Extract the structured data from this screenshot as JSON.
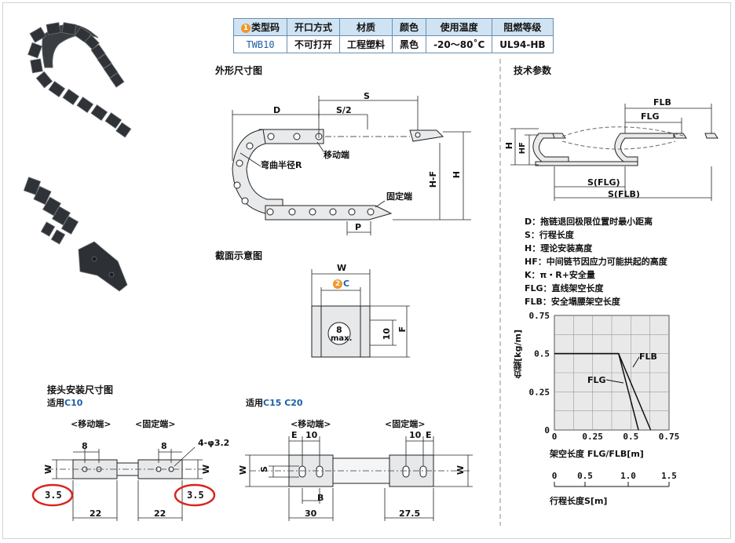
{
  "spec_table": {
    "headers": {
      "type_code": "类型码",
      "opening": "开口方式",
      "material": "材质",
      "color": "颜色",
      "temperature": "使用温度",
      "flame": "阻燃等级"
    },
    "badge_1": "1",
    "row": {
      "type_code": "TWB10",
      "opening": "不可打开",
      "material": "工程塑料",
      "color": "黑色",
      "temperature": "-20～80˚C",
      "flame": "UL94-HB"
    }
  },
  "outline": {
    "title": "外形尺寸图",
    "labels": {
      "D": "D",
      "S": "S",
      "S2": "S/2",
      "moving_end": "移动端",
      "bend_radius": "弯曲半径R",
      "fixed_end": "固定端",
      "HF": "H-F",
      "H": "H",
      "P": "P"
    }
  },
  "section": {
    "title": "截面示意图",
    "labels": {
      "W": "W",
      "C": "C",
      "badge_2": "2",
      "max8_num": "8",
      "max8_text": "max.",
      "ten": "10",
      "F": "F"
    }
  },
  "joint": {
    "title": "接头安装尺寸图",
    "c10": {
      "prefix": "适用",
      "model": "C10",
      "moving": "<移动端>",
      "fixed": "<固定端>",
      "hole": "4-φ3.2",
      "dim8a": "8",
      "dim8b": "8",
      "dimW_l": "W",
      "dimW_r": "W",
      "dim35_l": "3.5",
      "dim35_r": "3.5",
      "dim22_l": "22",
      "dim22_r": "22"
    },
    "c15": {
      "prefix": "适用",
      "model": "C15  C20",
      "moving": "<移动端>",
      "fixed": "<固定端>",
      "E_l": "E",
      "ten_l": "10",
      "ten_r": "10",
      "E_r": "E",
      "W_l": "W",
      "S": "S",
      "B": "B",
      "W_r": "W",
      "dim30": "30",
      "dim275": "27.5"
    }
  },
  "tech": {
    "title": "技术参数",
    "labels": {
      "FLb": "FLB",
      "FLg": "FLG",
      "H": "H",
      "Hf": "HF",
      "S_flg": "S(FLG)",
      "S_flb": "S(FLB)"
    },
    "legend": [
      "D：拖链退回极限位置时最小距离",
      "S：行程长度",
      "H：理论安装高度",
      "HF：中间链节因应力可能拱起的高度",
      "K：π・R+安全量",
      "FLG：直线架空长度",
      "FLB：安全塌腰架空长度"
    ]
  },
  "chart_data": {
    "type": "line",
    "ylabel": "负载[kg/m]",
    "xlabel": "架空长度 FLG/FLB[m]",
    "x_ticks": [
      "0",
      "0.25",
      "0.5",
      "0.75"
    ],
    "y_ticks": [
      "0",
      "0.25",
      "0.5",
      "0.75"
    ],
    "xlim": [
      0,
      0.75
    ],
    "ylim": [
      0,
      0.75
    ],
    "grid": true,
    "series": [
      {
        "name": "FLG",
        "x": [
          0,
          0.42,
          0.55
        ],
        "y": [
          0.5,
          0.5,
          0
        ]
      },
      {
        "name": "FLB",
        "x": [
          0,
          0.42,
          0.63
        ],
        "y": [
          0.5,
          0.5,
          0
        ]
      }
    ],
    "secondary_axis": {
      "label": "行程长度S[m]",
      "ticks": [
        "0",
        "0.5",
        "1.0",
        "1.5"
      ]
    }
  }
}
